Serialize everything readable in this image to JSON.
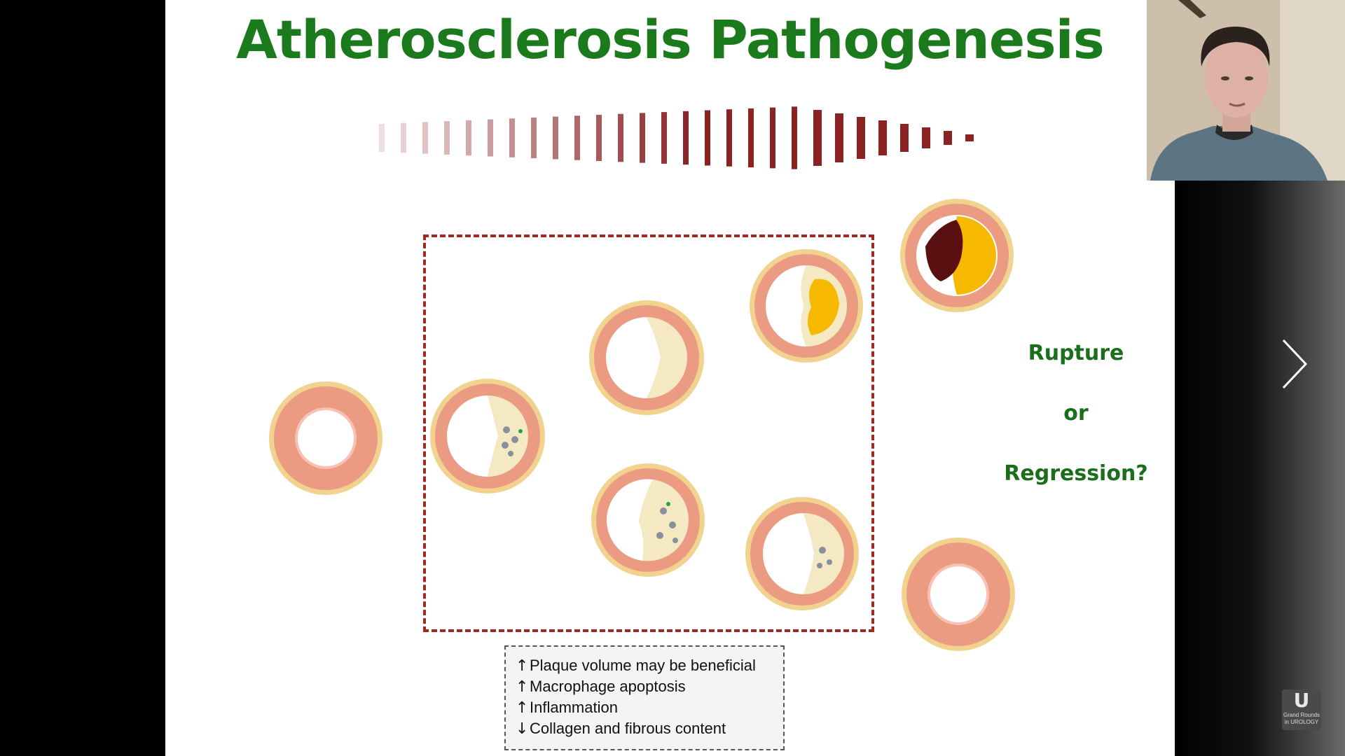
{
  "slide": {
    "title": "Atherosclerosis Pathogenesis",
    "outcomes": [
      "Rupture",
      "or",
      "Regression?"
    ],
    "notes": [
      {
        "arrow": "↑",
        "text": "Plaque volume may be beneficial"
      },
      {
        "arrow": "↑",
        "text": "Macrophage apoptosis"
      },
      {
        "arrow": "↑",
        "text": "Inflammation"
      },
      {
        "arrow": "↓",
        "text": "Collagen and fibrous content"
      }
    ]
  },
  "colors": {
    "title": "#1b7a1b",
    "outcome_text": "#1b6e1b",
    "dash_box": "#9e2a22",
    "vessel_wall": "#ec9b83",
    "vessel_outer": "#f1d28e",
    "lipid": "#f5e9c4",
    "necrotic_core": "#f7b800",
    "thrombus": "#5a0f10"
  },
  "vessels": [
    {
      "name": "healthy-vessel",
      "stage": "normal"
    },
    {
      "name": "fatty-streak-vessel",
      "stage": "fatty-streak"
    },
    {
      "name": "lipid-plaque-vessel",
      "stage": "lipid"
    },
    {
      "name": "foam-cell-plaque-vessel",
      "stage": "foam"
    },
    {
      "name": "necrotic-core-vessel",
      "stage": "necrotic"
    },
    {
      "name": "early-lesion-vessel",
      "stage": "early"
    },
    {
      "name": "ruptured-plaque-vessel",
      "stage": "rupture"
    },
    {
      "name": "regressed-vessel",
      "stage": "normal"
    }
  ],
  "controls": {
    "next_icon": "chevron-right-icon"
  },
  "logo": {
    "letter": "U",
    "line1": "Grand Rounds",
    "line2": "in UROLOGY"
  }
}
